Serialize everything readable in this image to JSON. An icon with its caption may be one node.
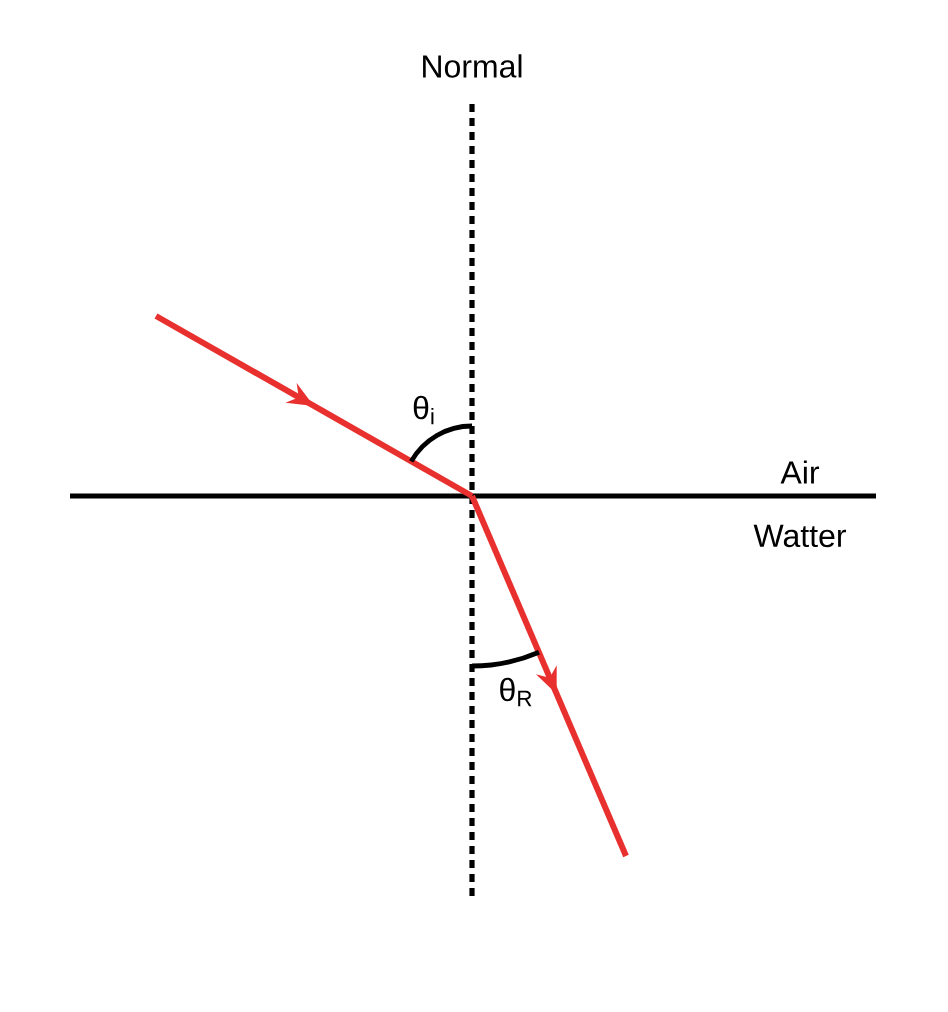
{
  "diagram": {
    "labels": [
      "Normal",
      "Air",
      "Watter",
      "θ$_{i}$",
      "θ$_{R}$"
    ]
  }
}
